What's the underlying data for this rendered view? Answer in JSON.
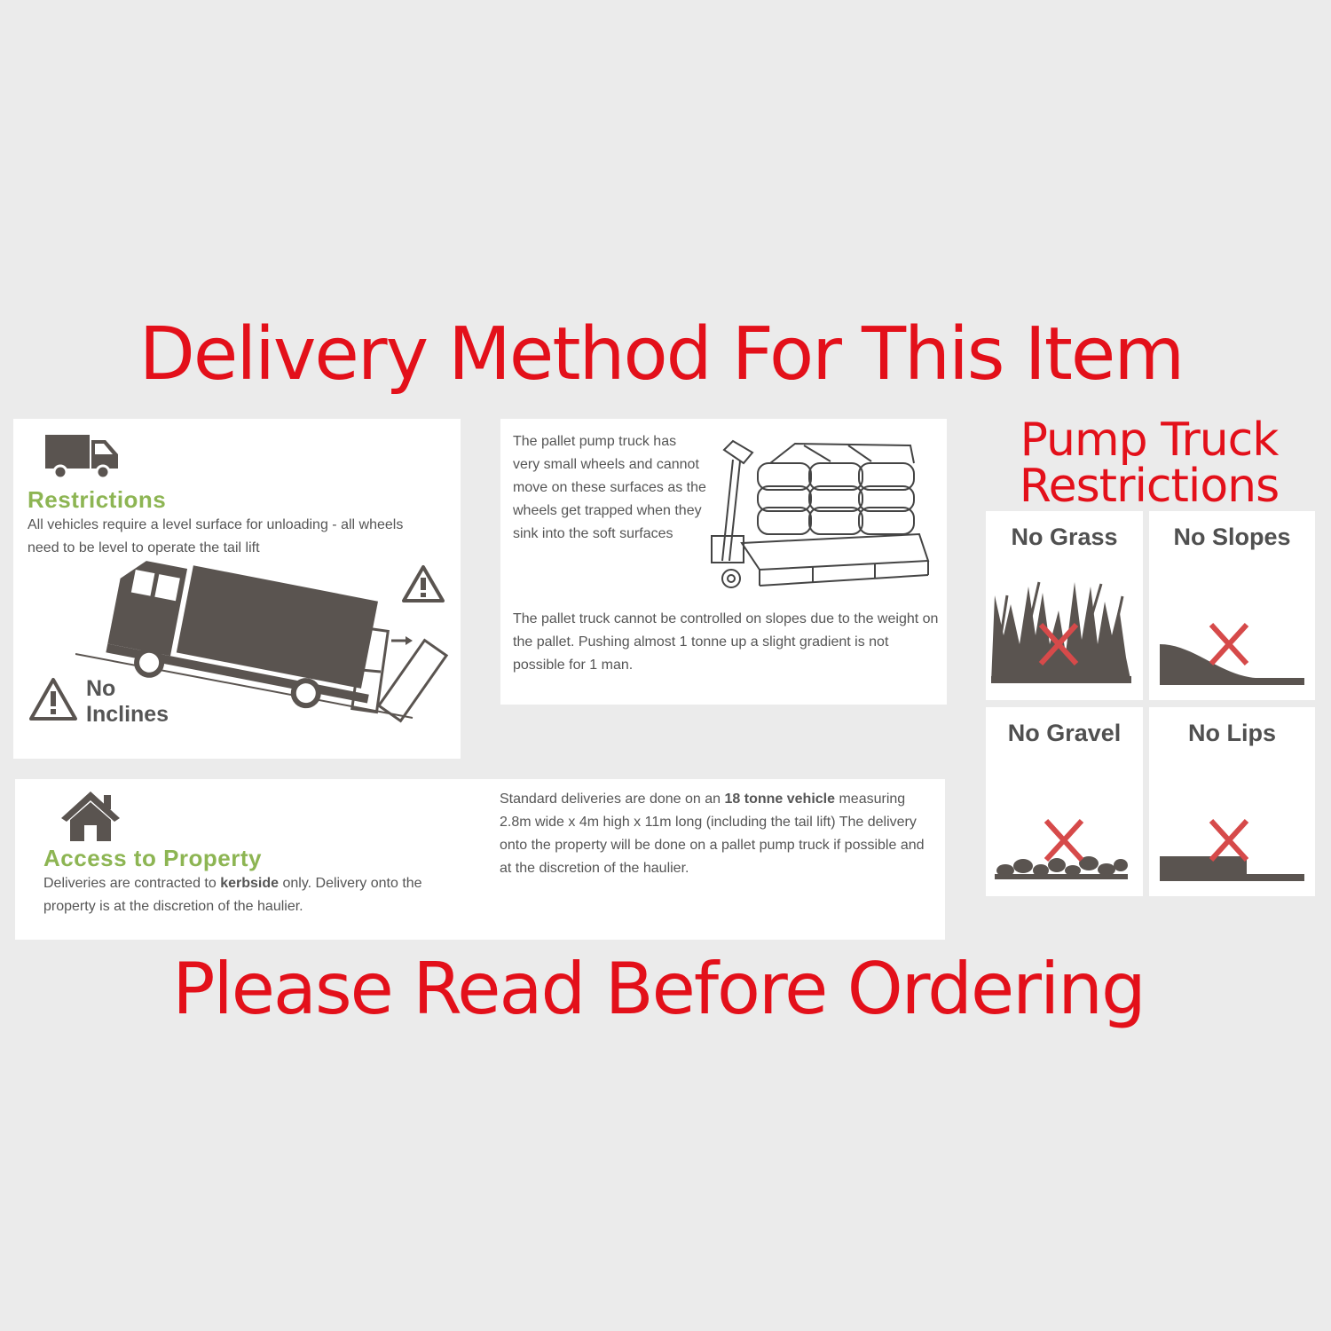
{
  "header": {
    "title": "Delivery Method For This Item"
  },
  "restrictions": {
    "title": "Restrictions",
    "text": "All vehicles require a level surface for unloading - all wheels need to be level to operate the tail lift",
    "no_inclines_line1": "No",
    "no_inclines_line2": "Inclines"
  },
  "pallet_truck": {
    "text1": "The pallet pump truck has very small wheels and cannot move on these surfaces as the wheels get trapped when they sink into the soft surfaces",
    "text2": "The pallet truck cannot be controlled on slopes due to the weight on the pallet. Pushing almost 1 tonne up a slight gradient is not possible for 1 man."
  },
  "access": {
    "title": "Access to Property",
    "text_prefix": "Deliveries are contracted to ",
    "text_bold": "kerbside",
    "text_suffix": " only. Delivery onto the property is at the discretion of the haulier.",
    "standard_prefix": "Standard deliveries are done on an ",
    "standard_bold": "18 tonne vehicle",
    "standard_suffix": " measuring 2.8m wide x 4m high x 11m long (including the tail lift)  The delivery onto the property will be done on a pallet pump truck if possible and at the discretion of the haulier."
  },
  "pump_truck": {
    "title_line1": "Pump Truck",
    "title_line2": "Restrictions",
    "tiles": [
      {
        "label": "No Grass"
      },
      {
        "label": "No Slopes"
      },
      {
        "label": "No Gravel"
      },
      {
        "label": "No Lips"
      }
    ]
  },
  "footer": {
    "title": "Please Read Before Ordering"
  },
  "colors": {
    "accent_red": "#e3101a",
    "green": "#8db553",
    "icon_gray": "#5a5450",
    "background": "#ebebeb"
  }
}
